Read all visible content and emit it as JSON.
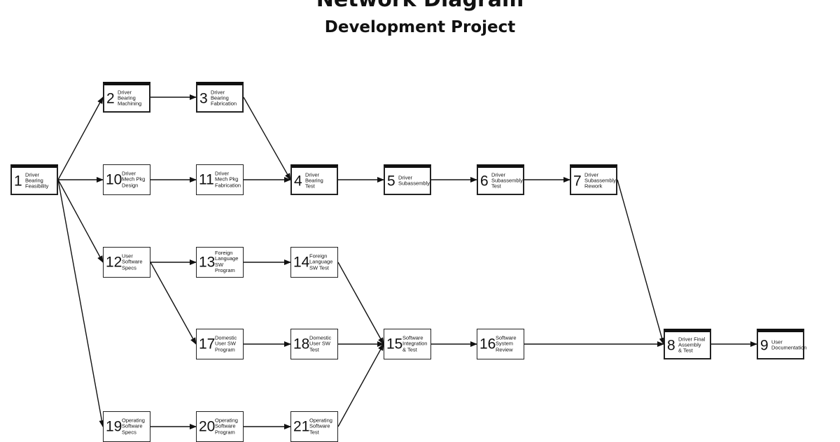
{
  "title": "Network Diagram",
  "subtitle": "Development Project",
  "nodes": [
    {
      "id": "1",
      "label": "Driver\nBearing\nFeasibility",
      "critical": true
    },
    {
      "id": "2",
      "label": "Driver\nBearing\nMachining",
      "critical": true
    },
    {
      "id": "3",
      "label": "Driver\nBearing\nFabrication",
      "critical": true
    },
    {
      "id": "10",
      "label": "Driver\nMech Pkg\nDesign",
      "critical": false
    },
    {
      "id": "11",
      "label": "Driver\nMech Pkg\nFabrication",
      "critical": false
    },
    {
      "id": "4",
      "label": "Driver\nBearing\nTest",
      "critical": true
    },
    {
      "id": "5",
      "label": "Driver\nSubassembly",
      "critical": true
    },
    {
      "id": "6",
      "label": "Driver\nSubassembly\nTest",
      "critical": true
    },
    {
      "id": "7",
      "label": "Driver\nSubassembly\nRework",
      "critical": true
    },
    {
      "id": "12",
      "label": "User\nSoftware\nSpecs",
      "critical": false
    },
    {
      "id": "13",
      "label": "Foreign\nLanguage\nSW Program",
      "critical": false
    },
    {
      "id": "14",
      "label": "Foreign\nLanguage\nSW Test",
      "critical": false
    },
    {
      "id": "17",
      "label": "Domestic\nUser SW\nProgram",
      "critical": false
    },
    {
      "id": "18",
      "label": "Domestic\nUser SW\nTest",
      "critical": false
    },
    {
      "id": "15",
      "label": "Software\nIntegration\n& Test",
      "critical": false
    },
    {
      "id": "16",
      "label": "Software\nSystem\nReview",
      "critical": false
    },
    {
      "id": "8",
      "label": "Driver Final\nAssembly\n& Test",
      "critical": true
    },
    {
      "id": "9",
      "label": "User\nDocumentation",
      "critical": true
    },
    {
      "id": "19",
      "label": "Operating\nSoftware\nSpecs",
      "critical": false
    },
    {
      "id": "20",
      "label": "Operating\nSoftware\nProgram",
      "critical": false
    },
    {
      "id": "21",
      "label": "Operating\nSoftware\nTest",
      "critical": false
    }
  ],
  "edges": [
    [
      "1",
      "2"
    ],
    [
      "1",
      "10"
    ],
    [
      "1",
      "12"
    ],
    [
      "1",
      "19"
    ],
    [
      "2",
      "3"
    ],
    [
      "3",
      "4"
    ],
    [
      "10",
      "11"
    ],
    [
      "11",
      "4"
    ],
    [
      "4",
      "5"
    ],
    [
      "5",
      "6"
    ],
    [
      "6",
      "7"
    ],
    [
      "7",
      "8"
    ],
    [
      "12",
      "13"
    ],
    [
      "12",
      "17"
    ],
    [
      "13",
      "14"
    ],
    [
      "14",
      "15"
    ],
    [
      "17",
      "18"
    ],
    [
      "18",
      "15"
    ],
    [
      "19",
      "20"
    ],
    [
      "20",
      "21"
    ],
    [
      "21",
      "15"
    ],
    [
      "15",
      "16"
    ],
    [
      "16",
      "8"
    ],
    [
      "8",
      "9"
    ]
  ]
}
